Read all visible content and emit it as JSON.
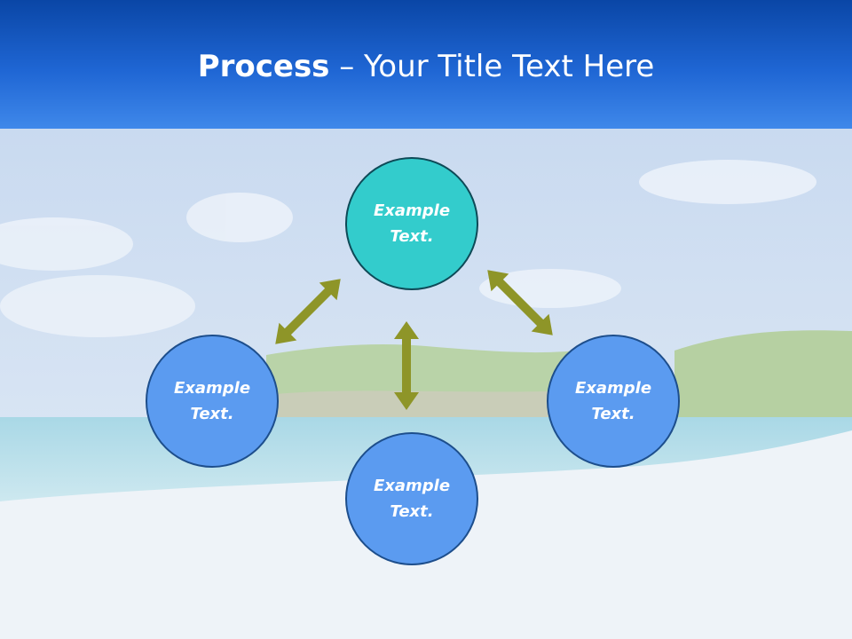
{
  "title": {
    "bold": "Process",
    "rest": " – Your Title Text Here"
  },
  "nodes": {
    "top": "Example Text.",
    "left": "Example Text.",
    "right": "Example Text.",
    "bottom": "Example Text."
  },
  "colors": {
    "header": "#1f66d4",
    "node_top": "#33cccc",
    "node_other": "#5b9bf0",
    "arrow": "#8e9528"
  }
}
